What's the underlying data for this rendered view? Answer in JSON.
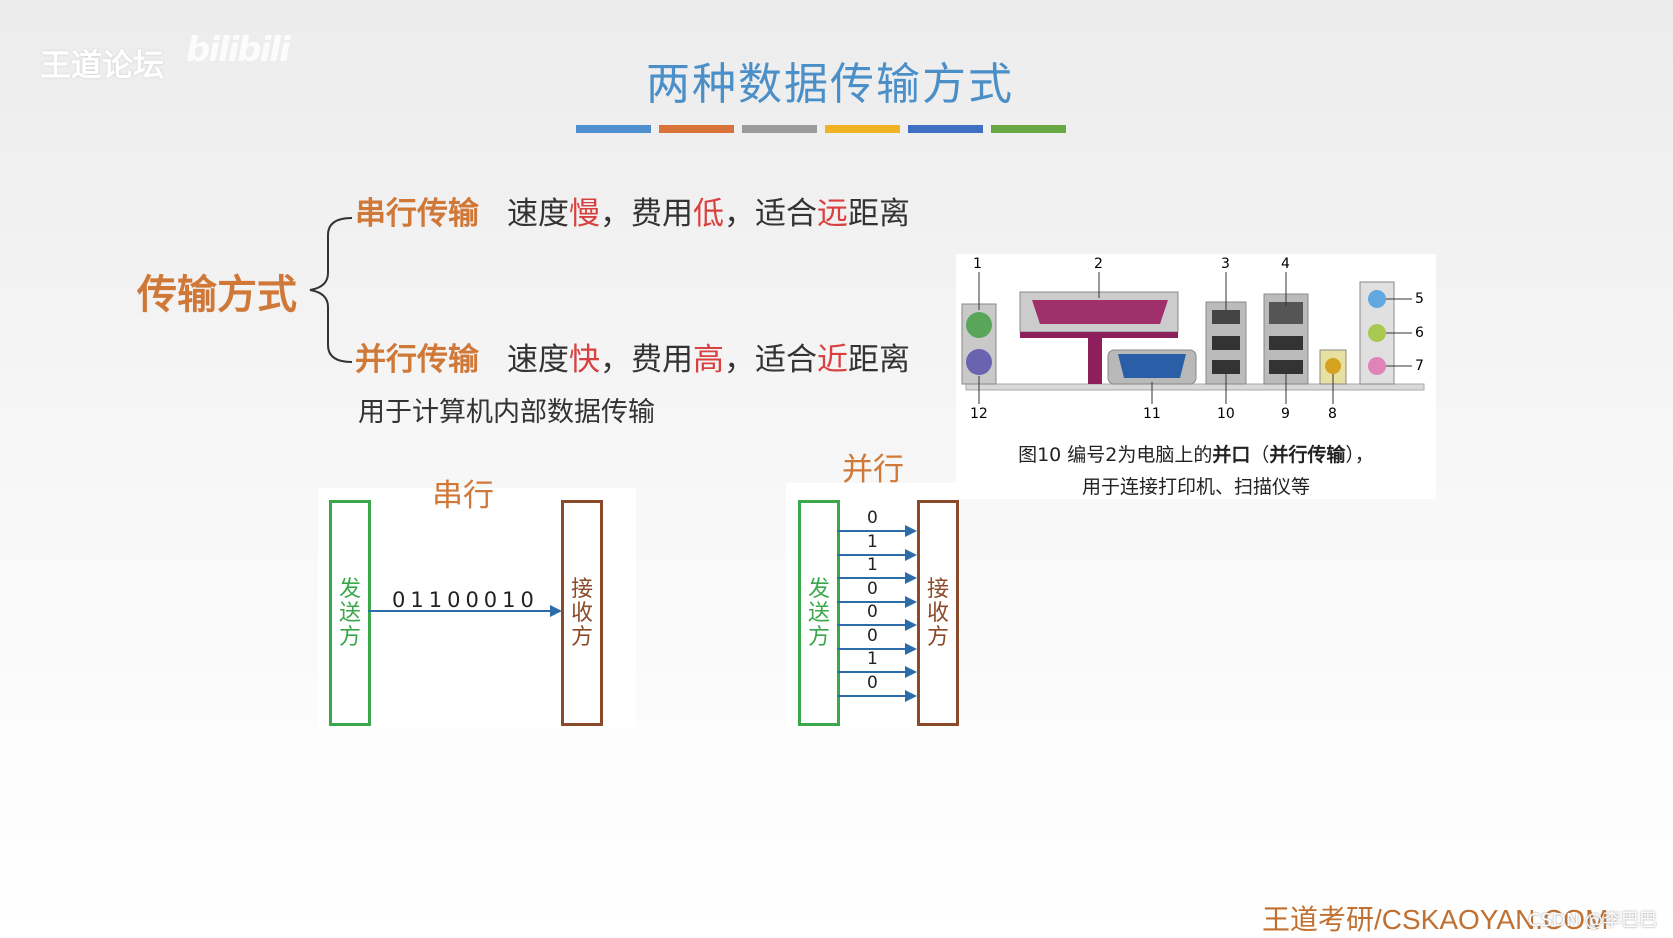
{
  "watermark": {
    "brand": "王道论坛",
    "site_logo": "bilibili"
  },
  "title": "两种数据传输方式",
  "title_bar_colors": [
    "#4f8fcf",
    "#d8743a",
    "#9b9b9b",
    "#f0b324",
    "#3f6fc0",
    "#6aa843"
  ],
  "tree": {
    "root": "传输方式",
    "serial": {
      "label": "串行传输",
      "p1": "速度",
      "speed": "慢",
      "p2": "，费用",
      "cost": "低",
      "p3": "，适合",
      "dist": "远",
      "p4": "距离"
    },
    "parallel": {
      "label": "并行传输",
      "p1": "速度",
      "speed": "快",
      "p2": "，费用",
      "cost": "高",
      "p3": "，适合",
      "dist": "近",
      "p4": "距离"
    },
    "parallel_note": "用于计算机内部数据传输"
  },
  "serial_diagram": {
    "title": "串行",
    "sender": "发送方",
    "receiver": "接收方",
    "bits": "01100010"
  },
  "parallel_diagram": {
    "title": "并行",
    "sender": "发送方",
    "receiver": "接收方",
    "bits": [
      "0",
      "1",
      "1",
      "0",
      "0",
      "0",
      "1",
      "0"
    ]
  },
  "port_figure": {
    "numbers": [
      "1",
      "2",
      "3",
      "4",
      "5",
      "6",
      "7",
      "8",
      "9",
      "10",
      "11",
      "12"
    ],
    "caption_prefix": "图10  编号2为电脑上的",
    "caption_bold1": "并口",
    "caption_paren_open": "（",
    "caption_bold2": "并行传输",
    "caption_paren_close": "），",
    "caption_line2": "用于连接打印机、扫描仪等"
  },
  "footer": "王道考研/CSKAOYAN.COM",
  "csdn_mark": "CSDN @李巴巴"
}
